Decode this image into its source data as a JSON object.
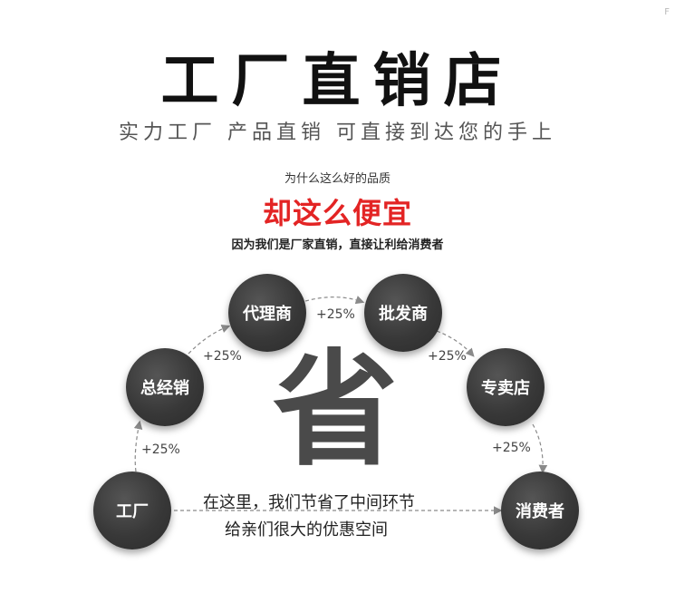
{
  "corner_mark": "F",
  "header": {
    "title": "工厂直销店",
    "subtitle": "实力工厂 产品直销 可直接到达您的手上"
  },
  "pitch": {
    "question": "为什么这么好的品质",
    "highlight": "却这么便宜",
    "reason": "因为我们是厂家直销，直接让利给消费者"
  },
  "chain": {
    "nodes": [
      "工厂",
      "总经销",
      "代理商",
      "批发商",
      "专卖店",
      "消费者"
    ],
    "markups": [
      "+25%",
      "+25%",
      "+25%",
      "+25%",
      "+25%"
    ]
  },
  "center_char": "省",
  "direct": {
    "line1": "在这里，我们节省了中间环节",
    "line2": "给亲们很大的优惠空间"
  },
  "colors": {
    "node": "#383838",
    "highlight": "#e32424",
    "arrow": "#8a8a8a"
  }
}
